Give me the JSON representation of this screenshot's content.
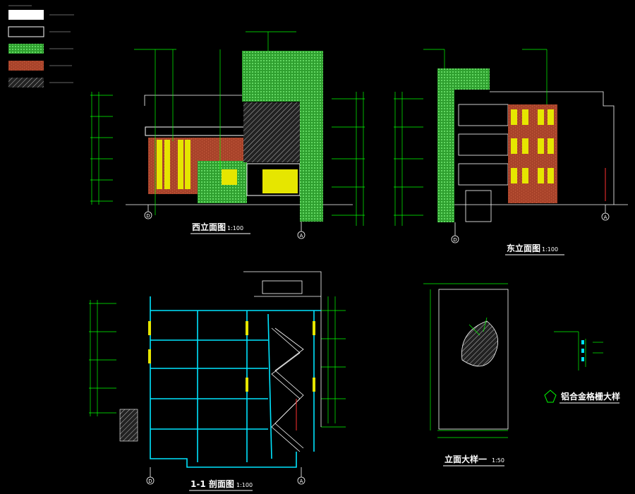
{
  "drawing": {
    "background": "#000000",
    "line_color": "#ffffff",
    "green_line": "#00ff00",
    "cyan_line": "#00e5ff",
    "yellow_fill": "#ffff00",
    "green_fill": "#33cc33",
    "brick_fill": "#b84a2c",
    "west_title": "西立面图",
    "west_scale": "1:100",
    "east_title": "东立面图",
    "east_scale": "1:100",
    "section_title": "1-1 剖面图",
    "section_scale": "1:100",
    "detail_title": "立面大样一",
    "detail_scale": "1:50",
    "grille_title": "铝合金格栅大样",
    "axis_d": "D",
    "axis_a": "A"
  }
}
